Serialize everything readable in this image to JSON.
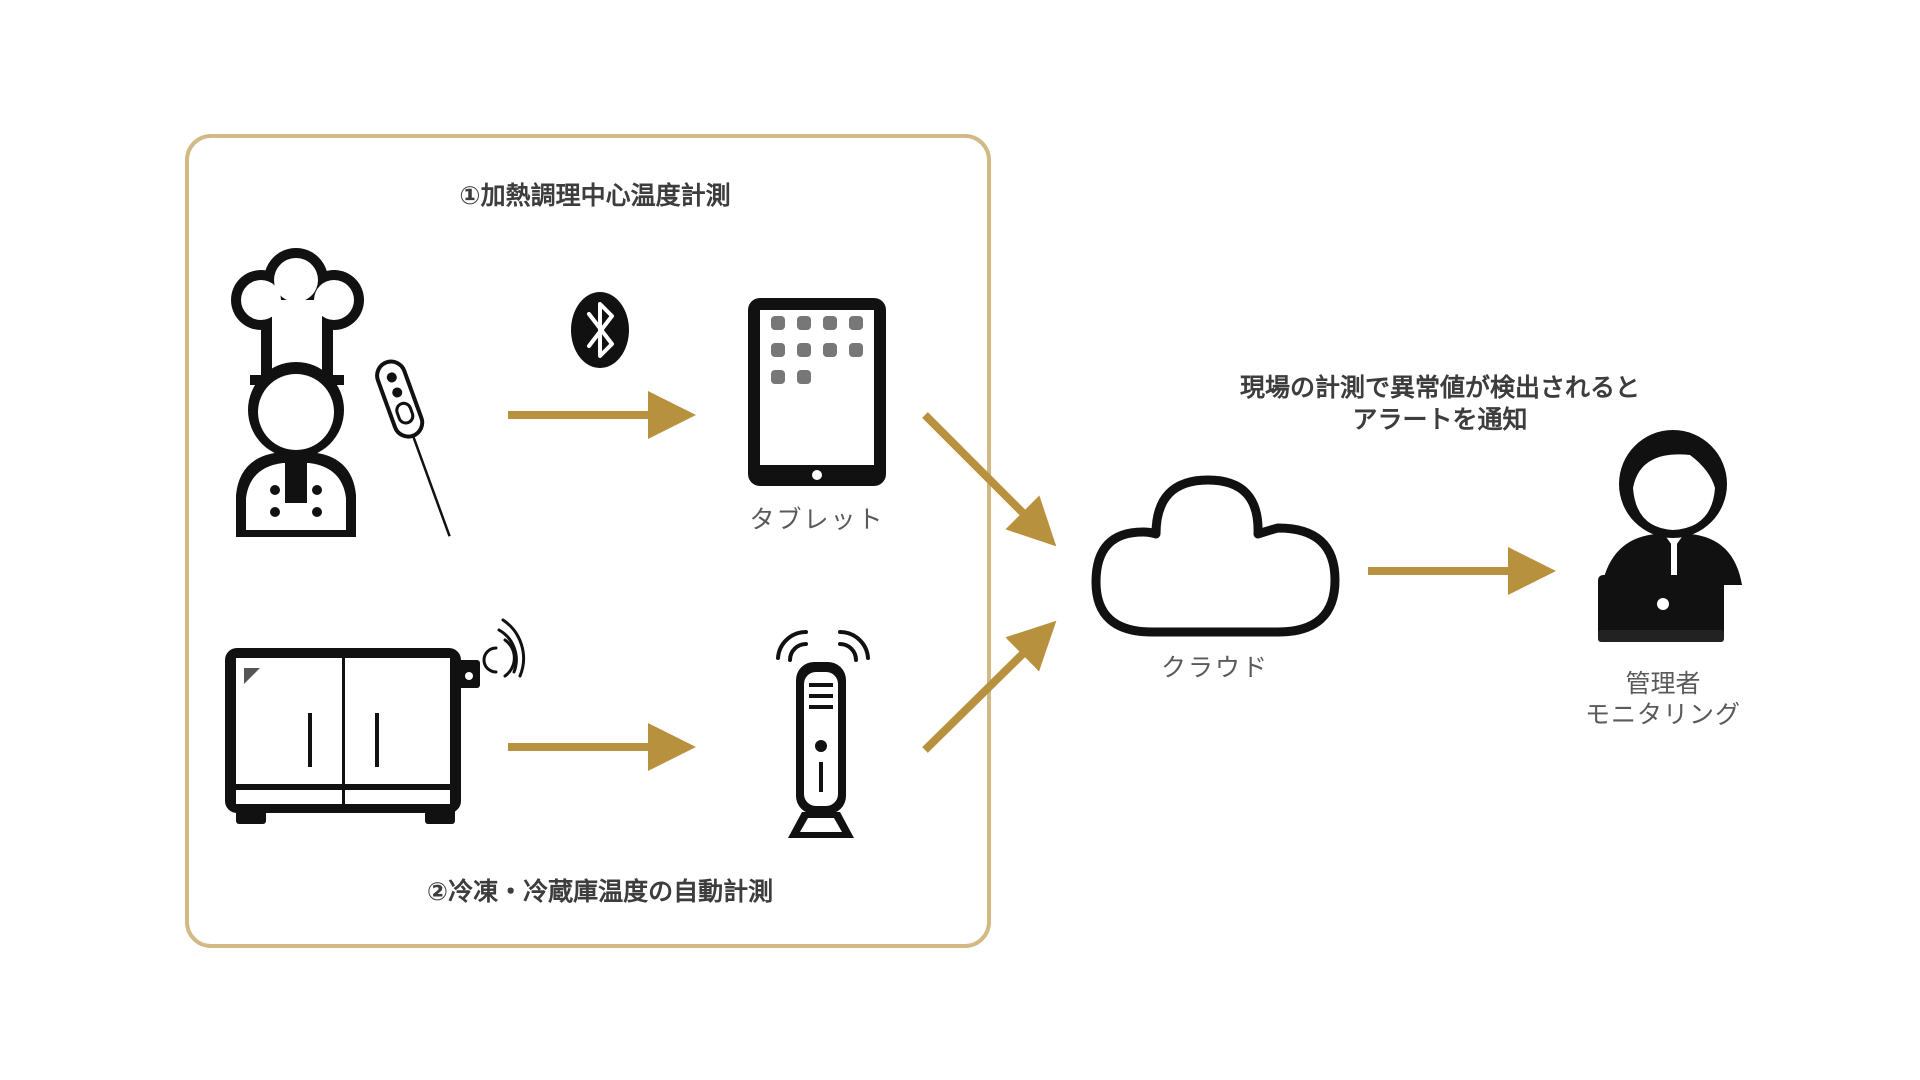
{
  "section1_title": "①加熱調理中心温度計測",
  "section2_title": "②冷凍・冷蔵庫温度の自動計測",
  "tablet_label": "タブレット",
  "cloud_label": "クラウド",
  "alert_line1": "現場の計測で異常値が検出されると",
  "alert_line2": "アラートを通知",
  "admin_line1": "管理者",
  "admin_line2": "モニタリング",
  "colors": {
    "accent": "#b8913f",
    "frame": "#d2b985",
    "ink": "#111111"
  },
  "icons": [
    "chef-icon",
    "thermometer-icon",
    "bluetooth-icon",
    "tablet-icon",
    "fridge-icon",
    "wireless-signal-icon",
    "router-icon",
    "cloud-icon",
    "admin-icon"
  ]
}
